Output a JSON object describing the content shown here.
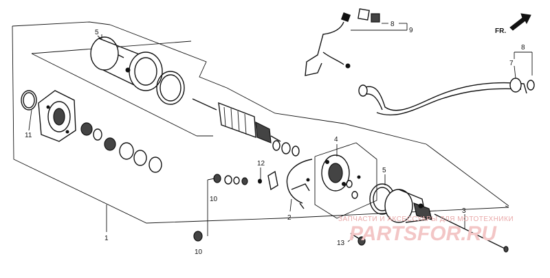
{
  "callouts": {
    "c1": "1",
    "c2": "2",
    "c3": "3",
    "c4": "4",
    "c5a": "5",
    "c5b": "5",
    "c7": "7",
    "c8a": "8",
    "c8b": "8",
    "c9": "9",
    "c10a": "10",
    "c10b": "10",
    "c11": "11",
    "c12": "12",
    "c13": "13"
  },
  "direction": {
    "label": "FR."
  },
  "watermark": {
    "tagline": "ЗАПЧАСТИ И АКСЕССУАРЫ ДЛЯ МОТОТЕХНИКИ",
    "brand": "PARTSFOR.RU"
  }
}
